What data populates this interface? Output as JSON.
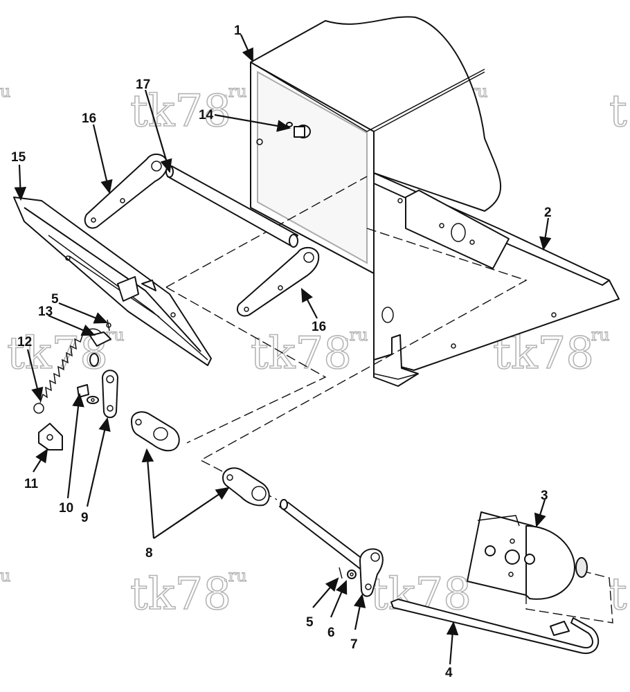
{
  "watermark": {
    "main": "tk78",
    "suffix": ".ru",
    "edge_left": "u",
    "edge_right": "t"
  },
  "callouts": {
    "c1": "1",
    "c2": "2",
    "c3": "3",
    "c4": "4",
    "c5a": "5",
    "c5b": "5",
    "c6": "6",
    "c7": "7",
    "c8": "8",
    "c9": "9",
    "c10": "10",
    "c11": "11",
    "c12": "12",
    "c13": "13",
    "c14": "14",
    "c15": "15",
    "c16a": "16",
    "c16b": "16",
    "c17": "17"
  }
}
